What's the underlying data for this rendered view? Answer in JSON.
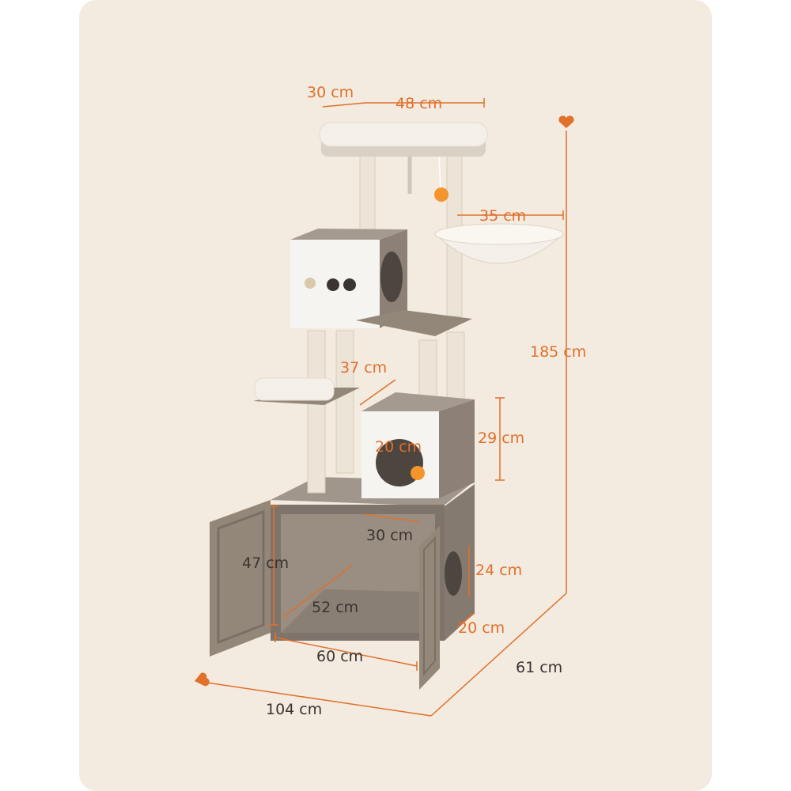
{
  "colors": {
    "accent": "#e0702a",
    "card_background": "#f3ebe0",
    "wood": "#8d8177",
    "plush": "#f4efe8",
    "sisal": "#ece4d6"
  },
  "icons": [
    "heart-arrow-icon"
  ],
  "dimensions": {
    "top_perch_depth": "30 cm",
    "top_perch_width": "48 cm",
    "basket_width": "35 cm",
    "total_height": "185 cm",
    "mid_platform_width": "37 cm",
    "small_condo_height": "29 cm",
    "small_condo_hole": "20 cm",
    "cabinet_top_depth": "30 cm",
    "cabinet_inner_height": "47 cm",
    "side_entry_height": "24 cm",
    "cabinet_inner_width": "52 cm",
    "side_entry_width": "20 cm",
    "cabinet_width": "60 cm",
    "total_depth": "61 cm",
    "total_width": "104 cm"
  }
}
